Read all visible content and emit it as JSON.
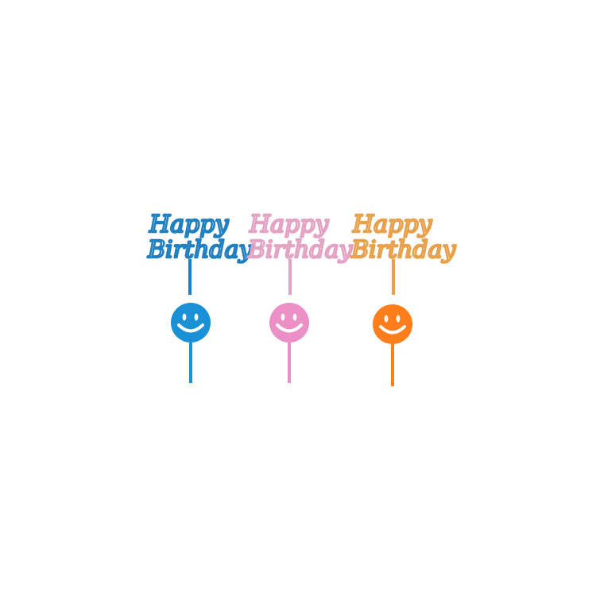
{
  "image": {
    "background": "#ffffff"
  },
  "toppers": [
    {
      "line1": "Happy",
      "line2": "Birthday",
      "color": "#1f7fc0",
      "smiley_color": "#1a90d6"
    },
    {
      "line1": "Happy",
      "line2": "Birthday",
      "color": "#e3a3c4",
      "smiley_color": "#ec8fc7"
    },
    {
      "line1": "Happy",
      "line2": "Birthday",
      "color": "#e9a04a",
      "smiley_color": "#ff7d1a"
    }
  ]
}
